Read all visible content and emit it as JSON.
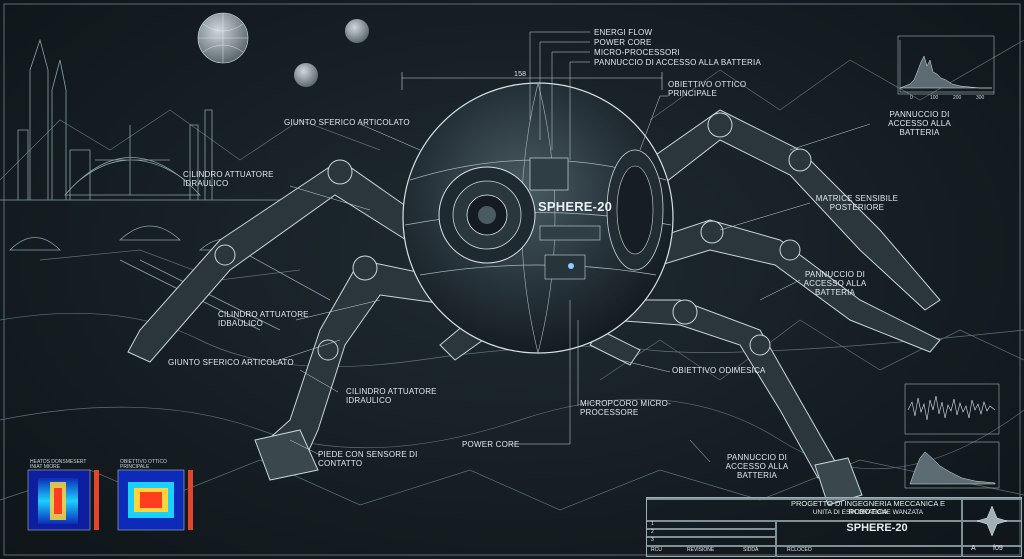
{
  "top_legend": [
    "ENERGI FLOW",
    "POWER CORE",
    "MICRO-PROCESSORI",
    "PANNUCCIO DI ACCESSO ALLA BATTERIA"
  ],
  "dimension_value": "158",
  "labels": {
    "obiettivo_ottico": "OBIETTIVO OTTICO PRINCIPALE",
    "giunto_top": "GIUNTO SFERICO ARTICOLATO",
    "cilindro_1": "CILINDRO ATTUATORE IDRAULICO",
    "cilindro_2": "CILINDRO ATTUATORE IDBAULICO",
    "giunto_left": "GIUNTO SFERICO ARTICOLATO",
    "cilindro_3": "CILINDRO ATTUATORE IDRAULICO",
    "piede": "PIEDE CON SENSORE DI CONTATTO",
    "power_core_bottom": "POWER CORE",
    "matrice": "MATRICE SENSIBILE POSTERIORE",
    "pannuccio_top_right": "PANNUCCIO DI ACCESSO ALLA BATTERIA",
    "pannuccio_mid_right": "PANNUCCIO DI ACCESSO ALLA BATTERIA",
    "obiettivo_odi": "OBIETTIVO ODIMESICA",
    "microprocessor": "MICROPCORO MICRO-PROCESSORE",
    "pannuccio_bottom": "PANNUCCIO DI ACCESSO ALLA BATTERIA",
    "sphere_name": "SPHERE-20"
  },
  "heatmaps": [
    {
      "title": "HEATDS DONSMESERT INIAT MIORE"
    },
    {
      "title": "OBIETTIVO OTTICO PRINCIPALE"
    }
  ],
  "mini_chart_ticks": [
    "0",
    "100",
    "200",
    "300"
  ],
  "title_block": {
    "line1": "PROGETTO DI INGEGNERIA MECCANICA E ROBOTICA",
    "line2": "UNITA DI ESPLORAEGNE WANZATA",
    "name": "SPHERE-20",
    "rev_rows": [
      "1",
      "2",
      "3"
    ],
    "footer": [
      "RCU",
      "REVISIONE",
      "SIDDA",
      "RCLOCEO"
    ],
    "sheet_letter": "A",
    "sheet_num": "f09"
  },
  "colors": {
    "background": "#172126",
    "line": "#c8d6db",
    "accent": "#8fd0ff"
  }
}
